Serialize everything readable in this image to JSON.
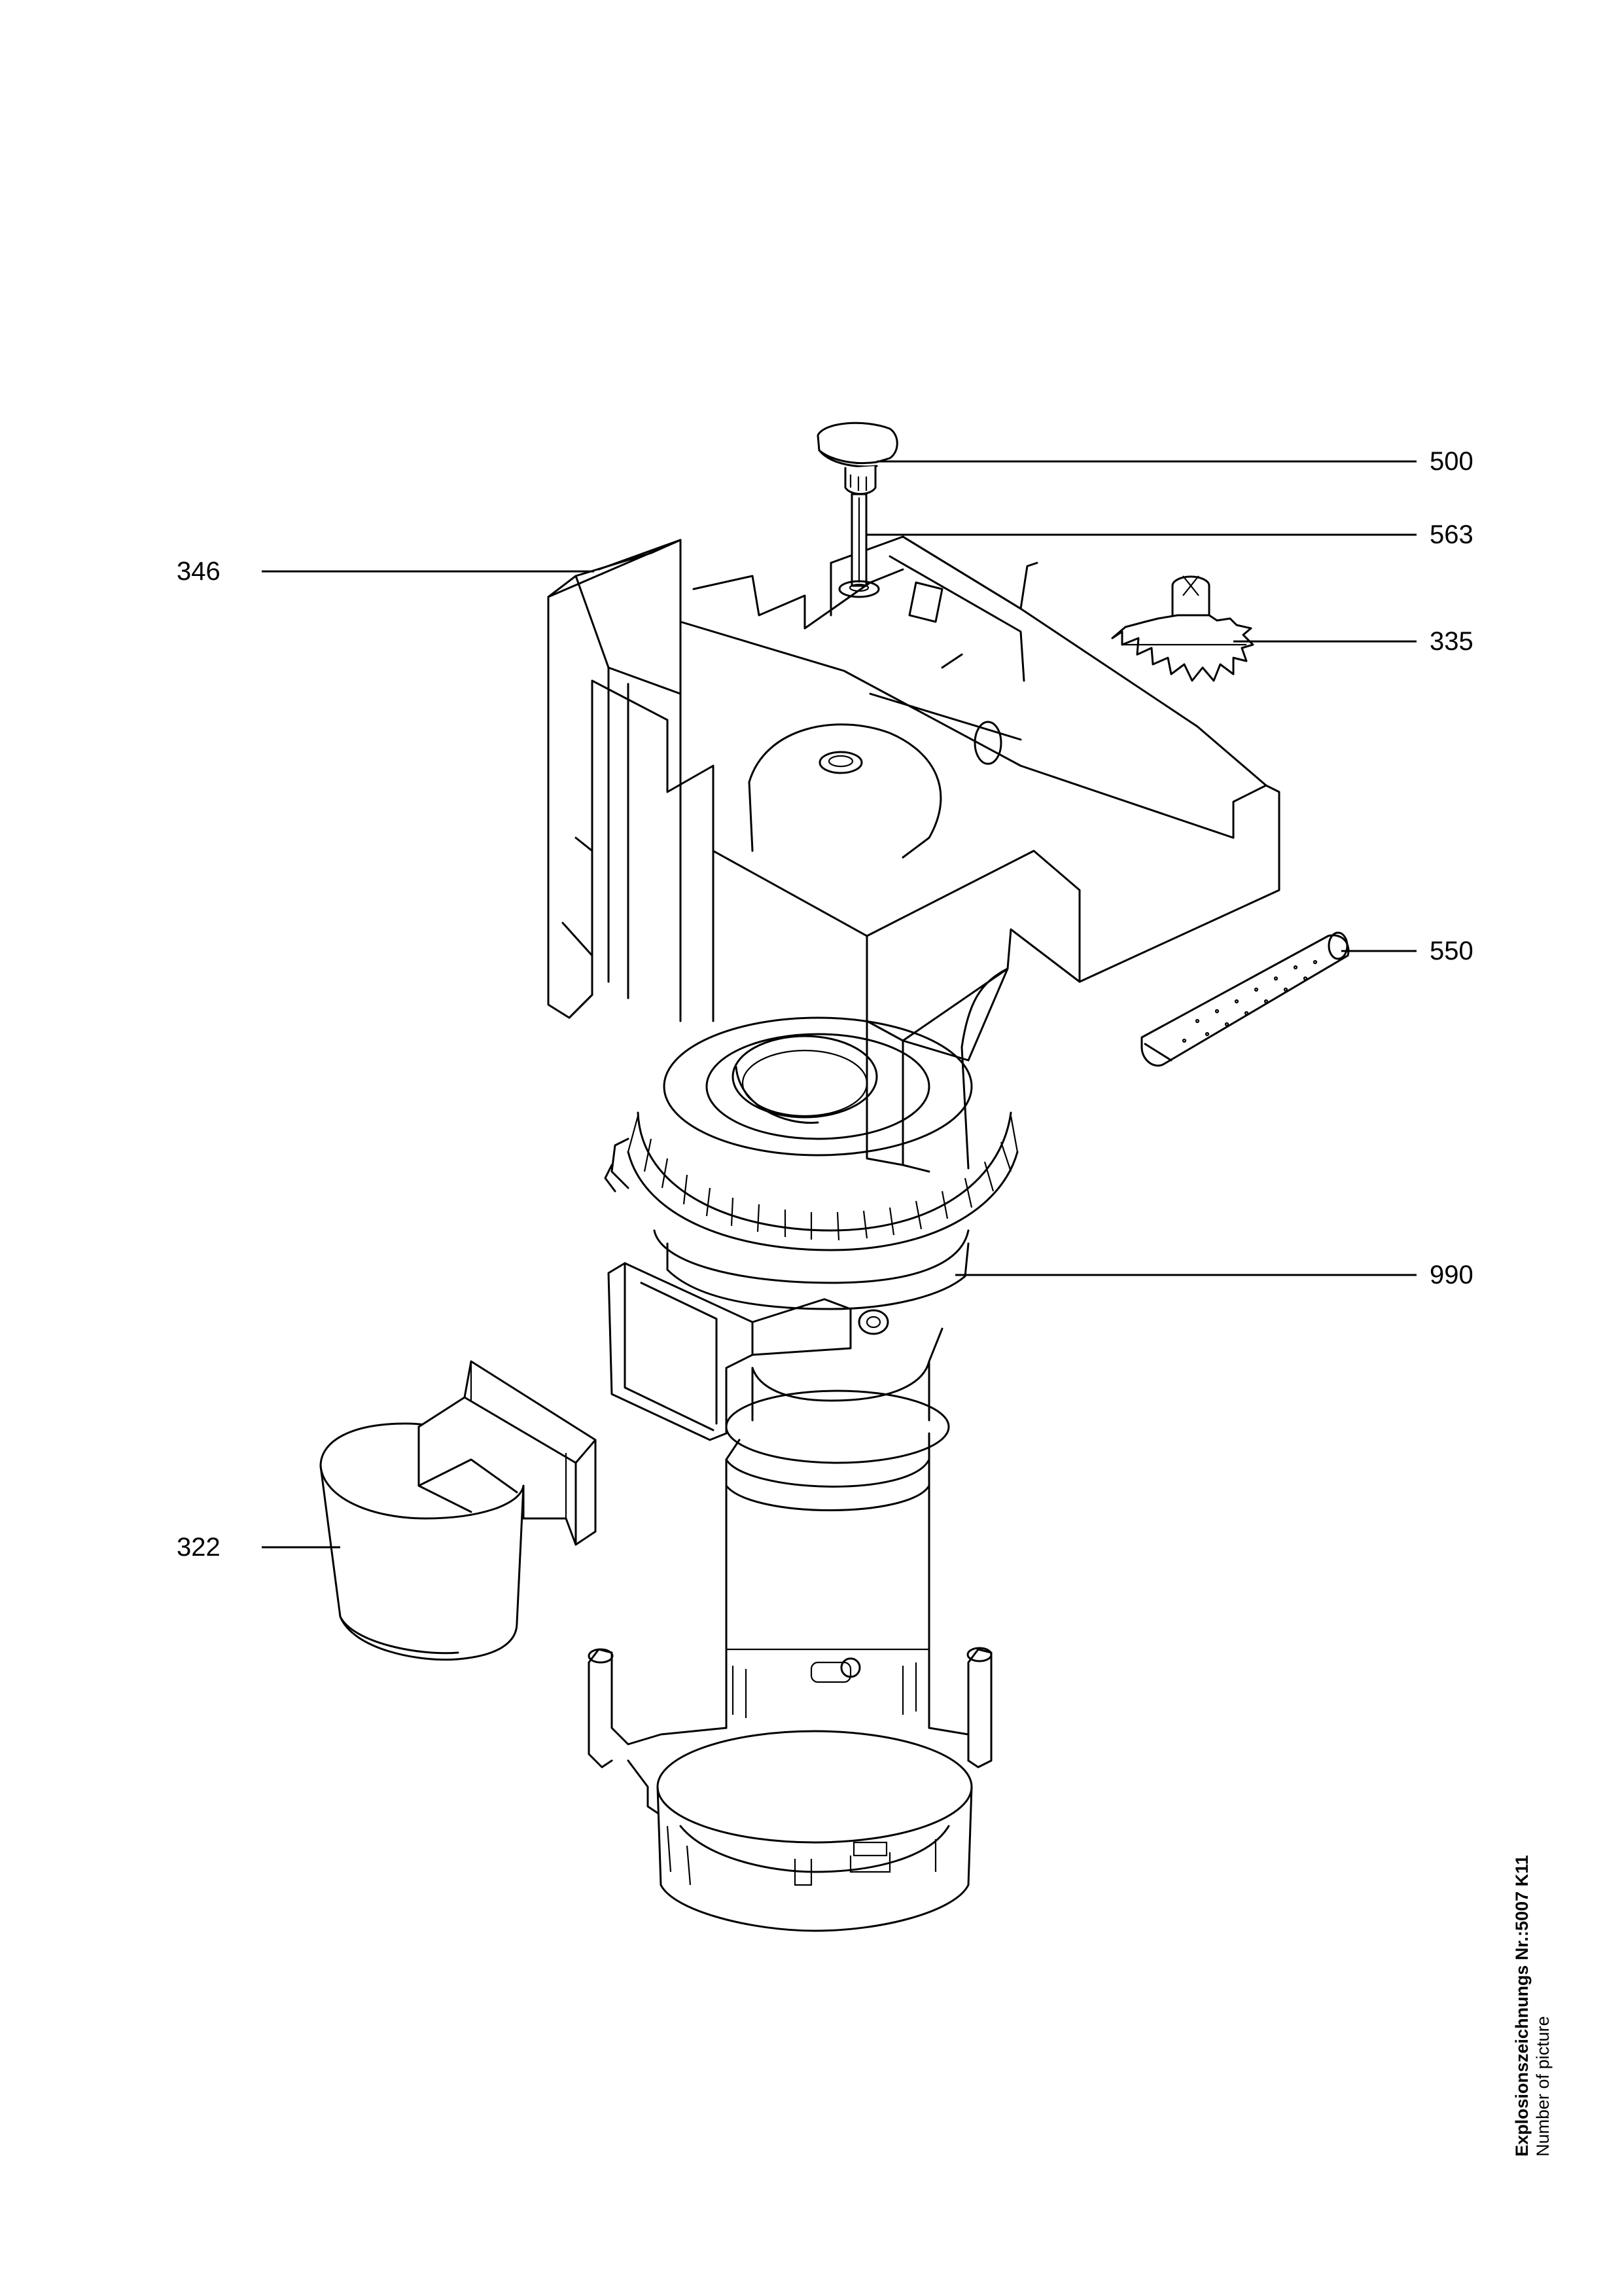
{
  "diagram": {
    "parts": [
      {
        "id": "500",
        "label": "500",
        "icon": "knob-icon"
      },
      {
        "id": "563",
        "label": "563",
        "icon": "spindle-icon"
      },
      {
        "id": "346",
        "label": "346",
        "icon": "housing-bracket-icon"
      },
      {
        "id": "335",
        "label": "335",
        "icon": "gear-icon"
      },
      {
        "id": "550",
        "label": "550",
        "icon": "brush-roller-icon"
      },
      {
        "id": "990",
        "label": "990",
        "icon": "grinder-motor-icon"
      },
      {
        "id": "322",
        "label": "322",
        "icon": "container-cup-icon"
      }
    ]
  },
  "caption": {
    "title": "Explosionszeichnungs Nr.:5007 K11",
    "subtitle": "Number of picture"
  }
}
